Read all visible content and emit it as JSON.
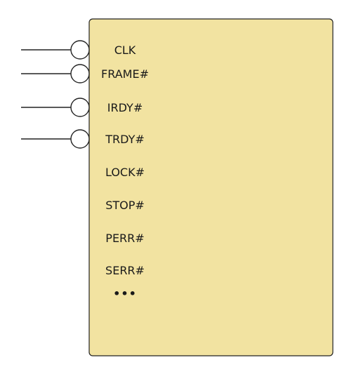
{
  "diagram": {
    "block_fill": "#F2E3A1",
    "block_stroke": "#222222",
    "wire_color": "#222222",
    "signals": [
      {
        "label": "CLK",
        "has_pin": true
      },
      {
        "label": "FRAME#",
        "has_pin": true
      },
      {
        "label": "IRDY#",
        "has_pin": true
      },
      {
        "label": "TRDY#",
        "has_pin": true
      },
      {
        "label": "LOCK#",
        "has_pin": false
      },
      {
        "label": "STOP#",
        "has_pin": false
      },
      {
        "label": "PERR#",
        "has_pin": false
      },
      {
        "label": "SERR#",
        "has_pin": false
      }
    ],
    "continuation": "•••"
  }
}
